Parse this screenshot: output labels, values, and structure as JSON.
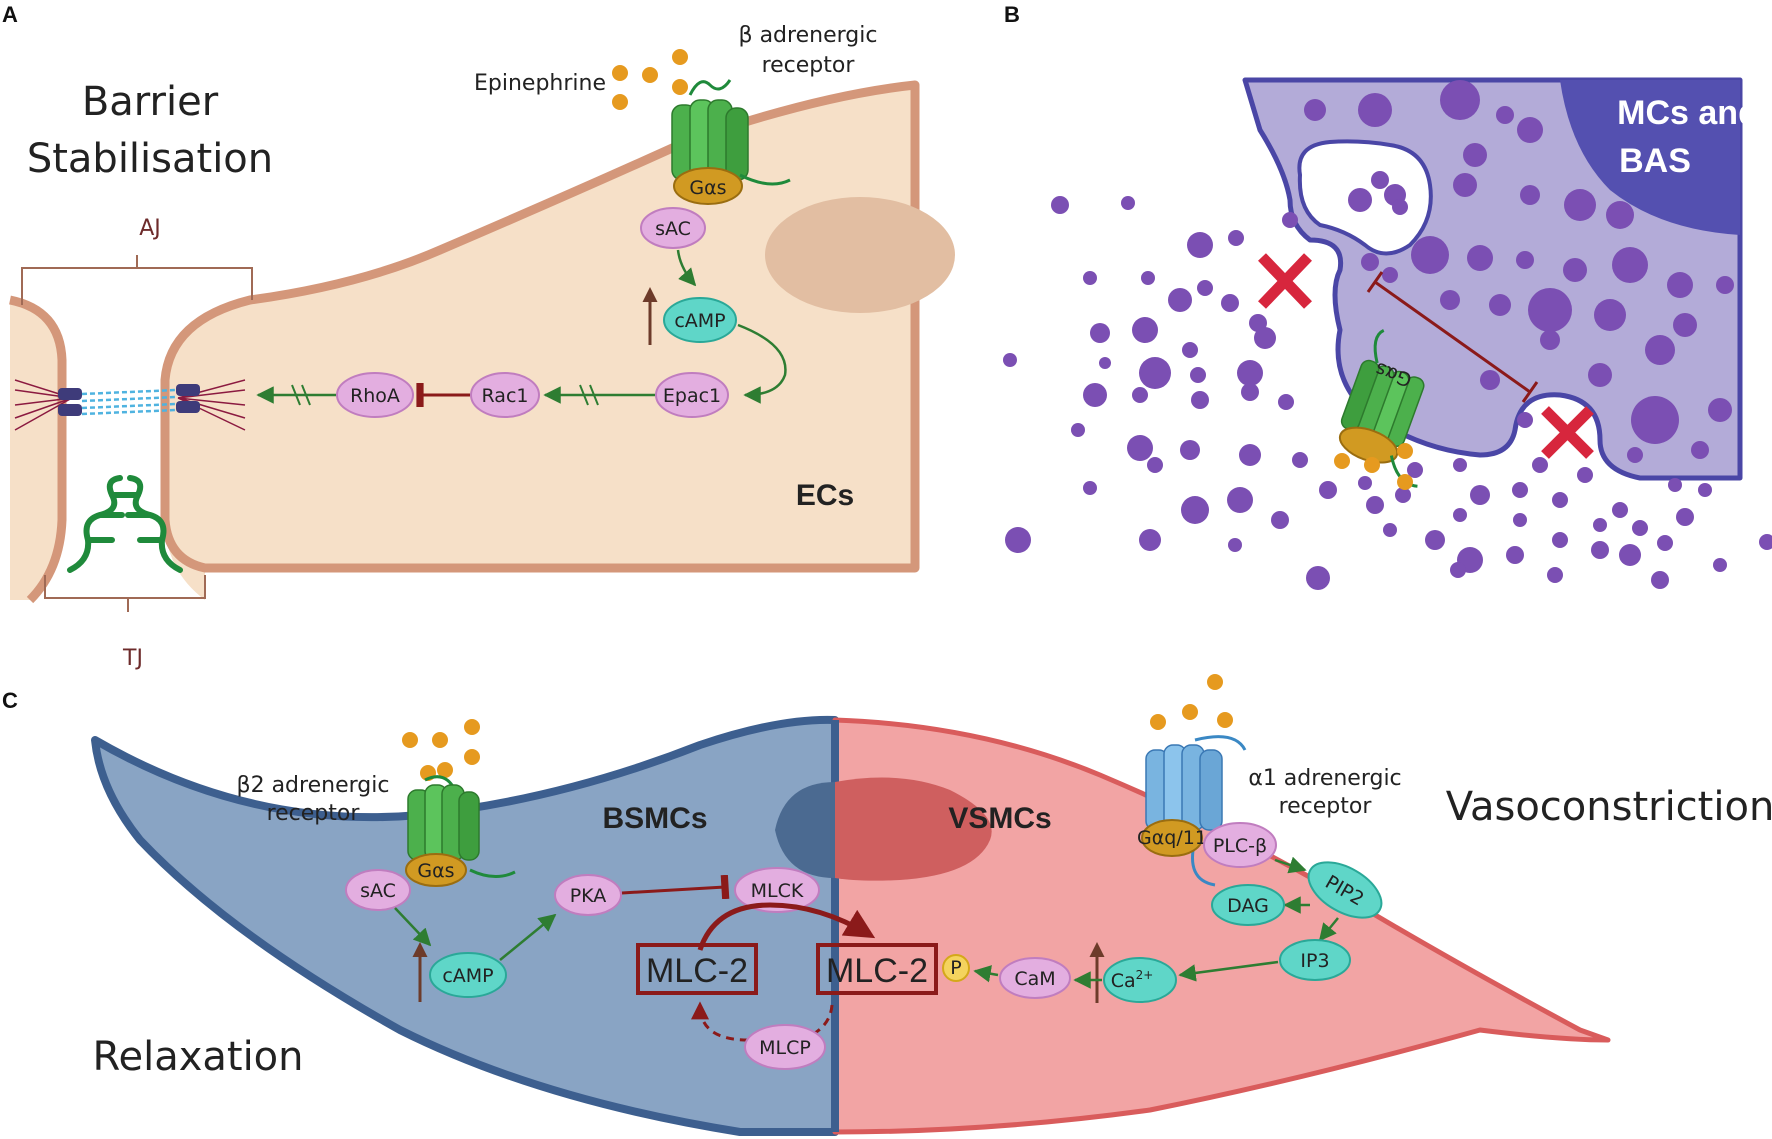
{
  "panels": {
    "a": "A",
    "b": "B",
    "c": "C"
  },
  "panel_a": {
    "title_line1": "Barrier",
    "title_line2": "Stabilisation",
    "aj_label": "AJ",
    "tj_label": "TJ",
    "ligand_label": "Epinephrine",
    "receptor_line1": "β adrenergic",
    "receptor_line2": "receptor",
    "gprotein": "Gαs",
    "nodes": {
      "sac": "sAC",
      "camp": "cAMP",
      "epac1": "Epac1",
      "rac1": "Rac1",
      "rhoa": "RhoA"
    },
    "cell_label": "ECs"
  },
  "panel_b": {
    "cell_label_line1": "MCs and",
    "cell_label_line2": "BAS",
    "gprotein": "Gαs"
  },
  "panel_c": {
    "relax_label": "Relaxation",
    "vaso_label": "Vasoconstriction",
    "bsmc_label": "BSMCs",
    "vsmc_label": "VSMCs",
    "b2_receptor_line1": "β2 adrenergic",
    "b2_receptor_line2": "receptor",
    "a1_receptor_line1": "α1 adrenergic",
    "a1_receptor_line2": "receptor",
    "gas": "Gαs",
    "gaq": "Gαq/11",
    "nodes": {
      "sac": "sAC",
      "camp": "cAMP",
      "pka": "PKA",
      "mlck": "MLCK",
      "mlcp": "MLCP",
      "mlc2_left": "MLC-2",
      "mlc2_right": "MLC-2",
      "phospho": "P",
      "plcb": "PLC-β",
      "pip2": "PIP2",
      "dag": "DAG",
      "ip3": "IP3",
      "ca_base": "Ca",
      "ca_sup": "2+",
      "cam": "CaM"
    }
  },
  "colors": {
    "ec_fill": "#f6e0c8",
    "ec_border": "#d4977a",
    "mc_fill": "#b3abd8",
    "mc_border": "#4a46a6",
    "granule": "#7b4fb3",
    "bsmc_fill": "#89a4c4",
    "vsmc_fill": "#f2a4a4",
    "pink_node": "#e3aee0",
    "teal_node": "#5fd6c8",
    "ligand": "#e69a1f",
    "receptor_green": "#4cb04c",
    "receptor_blue": "#79b4e0",
    "dark_red": "#8b1a1a"
  }
}
